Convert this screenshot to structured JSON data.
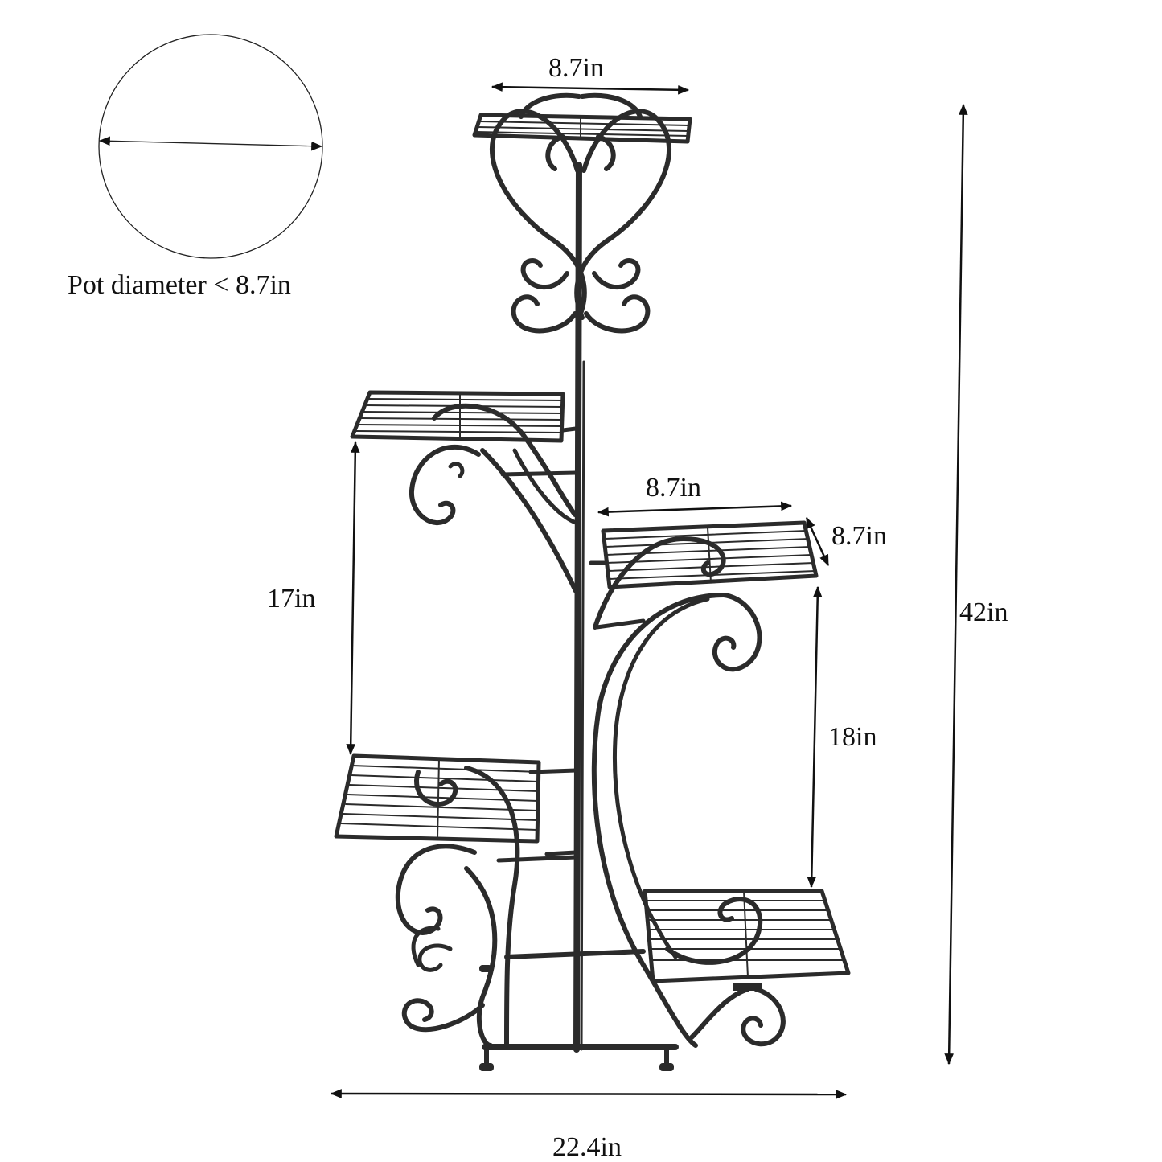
{
  "labels": {
    "pot_note": "Pot diameter < 8.7in",
    "top_shelf_width": "8.7in",
    "middle_shelf_width": "8.7in",
    "middle_shelf_depth": "8.7in",
    "left_tier_gap": "17in",
    "right_tier_gap": "18in",
    "total_height": "42in",
    "total_width": "22.4in"
  },
  "colors": {
    "metal": "#2b2b2b",
    "dimension_line": "#111111",
    "background": "#ffffff"
  }
}
